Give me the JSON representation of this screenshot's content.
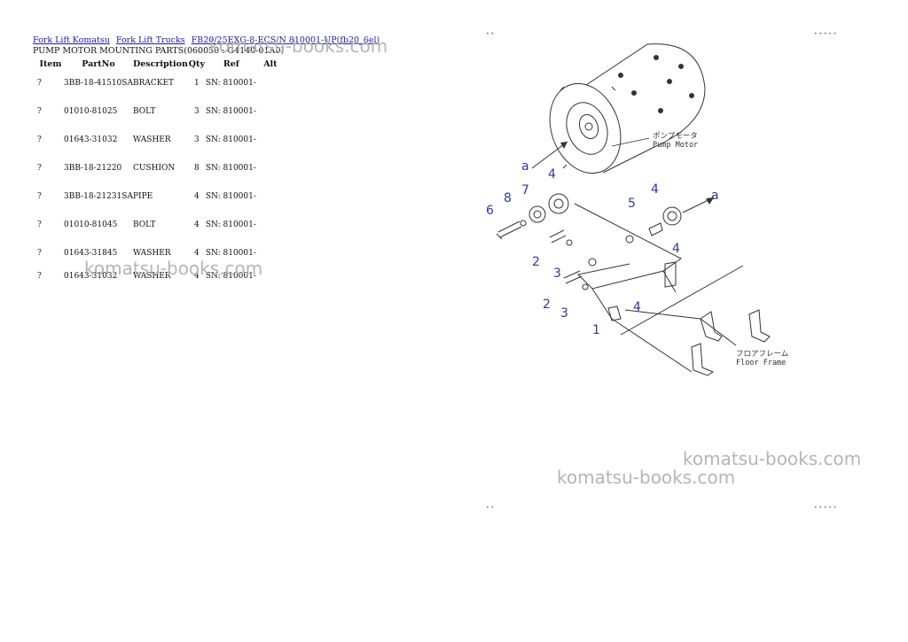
{
  "breadcrumb": {
    "links": [
      "Fork Lift Komatsu",
      "Fork Lift Trucks",
      "FB20/25EXG-8-ECS/N 810001-UP(fb20_6el)"
    ]
  },
  "page_title": "PUMP MOTOR MOUNTING PARTS(060050 : G4140-01A0)",
  "table": {
    "headers": [
      "Item",
      "PartNo",
      "Description",
      "Qty",
      "Ref",
      "Alt"
    ],
    "rows": [
      {
        "item": "?",
        "part_no": "3BB-18-41510SA",
        "description": "BRACKET",
        "qty": "1",
        "ref": "SN: 810001-",
        "alt": ""
      },
      {
        "item": "?",
        "part_no": "01010-81025",
        "description": "BOLT",
        "qty": "3",
        "ref": "SN: 810001-",
        "alt": ""
      },
      {
        "item": "?",
        "part_no": "01643-31032",
        "description": "WASHER",
        "qty": "3",
        "ref": "SN: 810001-",
        "alt": ""
      },
      {
        "item": "?",
        "part_no": "3BB-18-21220",
        "description": "CUSHION",
        "qty": "8",
        "ref": "SN: 810001-",
        "alt": ""
      },
      {
        "item": "?",
        "part_no": "3BB-18-21231SA",
        "description": "PIPE",
        "qty": "4",
        "ref": "SN: 810001-",
        "alt": ""
      },
      {
        "item": "?",
        "part_no": "01010-81045",
        "description": "BOLT",
        "qty": "4",
        "ref": "SN: 810001-",
        "alt": ""
      },
      {
        "item": "?",
        "part_no": "01643-31845",
        "description": "WASHER",
        "qty": "4",
        "ref": "SN: 810001-",
        "alt": ""
      },
      {
        "item": "?",
        "part_no": "01643-31032",
        "description": "WASHER",
        "qty": "4",
        "ref": "SN: 810001-",
        "alt": ""
      }
    ]
  },
  "watermarks": [
    "komatsu-books.com",
    "komatsu-books.com",
    "komatsu-books.com",
    "komatsu-books.com"
  ],
  "diagram": {
    "pump_motor_jp": "ポンプモータ",
    "pump_motor_en": "Pump Motor",
    "floor_frame_jp": "フロアフレーム",
    "floor_frame_en": "Floor Frame",
    "callouts": [
      "6",
      "8",
      "7",
      "4",
      "5",
      "4",
      "2",
      "3",
      "4",
      "2",
      "3",
      "4",
      "1"
    ],
    "arrow_left": "a",
    "arrow_right": "a",
    "corner_tl": "• •",
    "corner_tr": "• • • • •",
    "corner_bl": "• •",
    "corner_br": "• • • • •"
  }
}
